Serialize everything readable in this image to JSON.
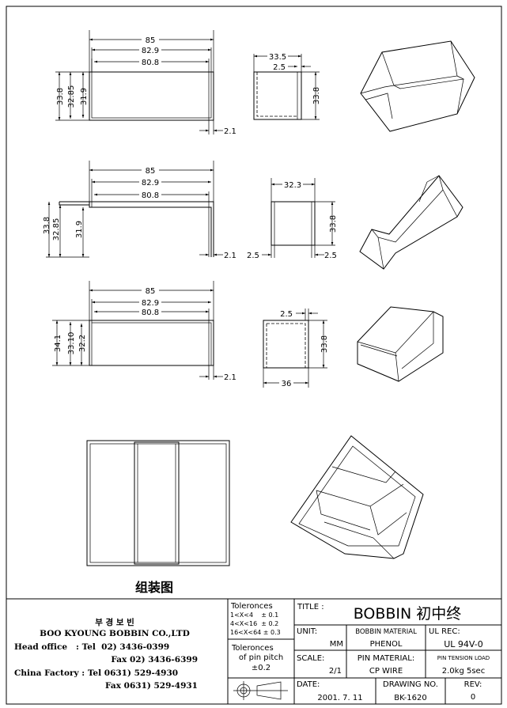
{
  "views": {
    "row1": {
      "w85": "85",
      "w829": "82.9",
      "w808": "80.8",
      "h338": "33.8",
      "h3285": "32.85",
      "h319": "31.9",
      "t21": "2.1",
      "side_w": "33.5",
      "side_t": "2.5",
      "side_h": "33.8"
    },
    "row2": {
      "w85": "85",
      "w829": "82.9",
      "w808": "80.8",
      "h338": "33.8",
      "h3285": "32.85",
      "h319": "31.9",
      "t21": "2.1",
      "side_w": "32.3",
      "side_h": "33.8",
      "side_tl": "2.5",
      "side_tr": "2.5"
    },
    "row3": {
      "w85": "85",
      "w829": "82.9",
      "w808": "80.8",
      "h341": "34.1",
      "h3310": "33.10",
      "h322": "32.2",
      "t21": "2.1",
      "side_t": "2.5",
      "side_h": "33.8",
      "side_w": "36"
    },
    "assembly_label": "组装图"
  },
  "title_block": {
    "company": {
      "korean": "부 경 보 빈",
      "name": "BOO KYOUNG BOBBIN CO.,LTD",
      "lines": [
        "Head office   : Tel  02) 3436-0399",
        "Fax  02) 3436-6399",
        "China Factory : Tel 0631) 529-4930",
        "Fax 0631) 529-4931"
      ]
    },
    "tolerances": {
      "title": "Toleronces",
      "rows": [
        "1<X<4    ± 0.1",
        "4<X<16  ± 0.2",
        "16<X<64 ± 0.3"
      ],
      "pin_title1": "Toleronces",
      "pin_title2": "of pin pitch",
      "pin_value": "±0.2"
    },
    "title_label": "TITLE :",
    "title_value": "BOBBIN 初中终",
    "unit_label": "UNIT:",
    "unit_value": "MM",
    "bobbin_material_label": "BOBBIN MATERIAL",
    "bobbin_material_value": "PHENOL",
    "ul_label": "UL REC:",
    "ul_value": "UL 94V-0",
    "scale_label": "SCALE:",
    "scale_value": "2/1",
    "pin_material_label": "PIN MATERIAL:",
    "pin_material_value": "CP WIRE",
    "pin_tension_label": "PIN TENSION LOAD",
    "pin_tension_value": "2.0kg 5sec",
    "date_label": "DATE:",
    "date_value": "2001. 7. 11",
    "drawing_no_label": "DRAWING NO.",
    "drawing_no_value": "BK-1620",
    "rev_label": "REV:",
    "rev_value": "0"
  }
}
